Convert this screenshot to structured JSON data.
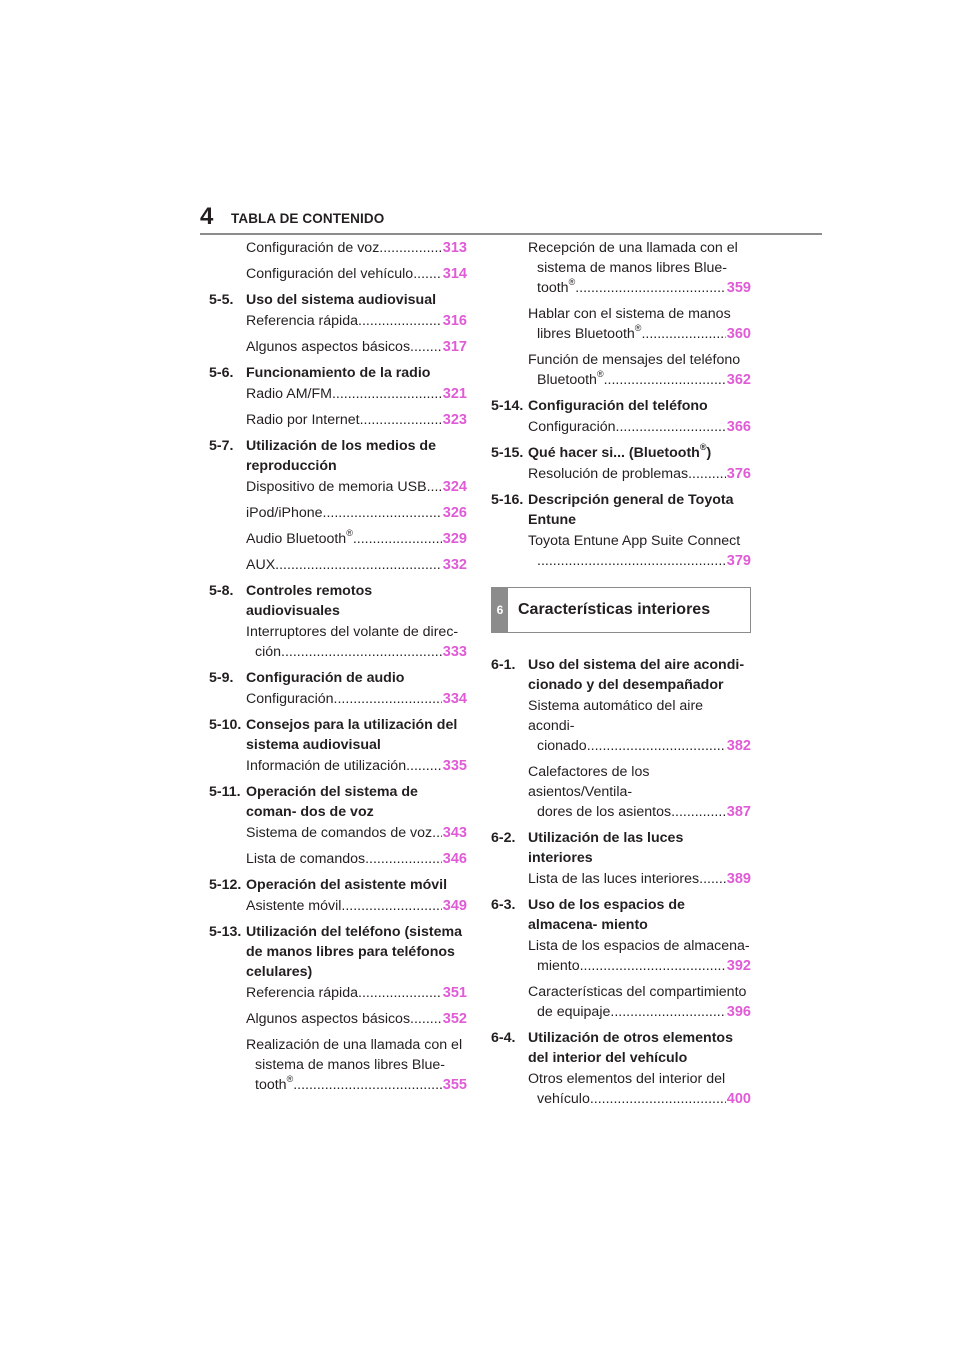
{
  "header": {
    "page_number": "4",
    "title": "TABLA DE CONTENIDO"
  },
  "left_column": [
    {
      "type": "entry",
      "lines": [
        "Configuración de voz"
      ],
      "page": "313"
    },
    {
      "type": "entry",
      "lines": [
        "Configuración del vehículo"
      ],
      "page": "314"
    },
    {
      "type": "section",
      "number": "5-5.",
      "title": "Uso del sistema audiovisual"
    },
    {
      "type": "entry",
      "lines": [
        "Referencia rápida"
      ],
      "page": "316"
    },
    {
      "type": "entry",
      "lines": [
        "Algunos aspectos básicos"
      ],
      "page": "317"
    },
    {
      "type": "section",
      "number": "5-6.",
      "title": "Funcionamiento de la radio"
    },
    {
      "type": "entry",
      "lines": [
        "Radio AM/FM"
      ],
      "page": "321"
    },
    {
      "type": "entry",
      "lines": [
        "Radio por Internet"
      ],
      "page": "323"
    },
    {
      "type": "section",
      "number": "5-7.",
      "title": "Utilización de los medios de reproducción"
    },
    {
      "type": "entry",
      "lines": [
        "Dispositivo de memoria USB"
      ],
      "page": "324"
    },
    {
      "type": "entry",
      "lines": [
        "iPod/iPhone"
      ],
      "page": "326"
    },
    {
      "type": "entry",
      "lines": [
        "Audio Bluetooth®"
      ],
      "page": "329"
    },
    {
      "type": "entry",
      "lines": [
        "AUX"
      ],
      "page": "332"
    },
    {
      "type": "section",
      "number": "5-8.",
      "title": "Controles remotos audiovisuales"
    },
    {
      "type": "entry",
      "lines": [
        "Interruptores del volante de direc-",
        "ción"
      ],
      "page": "333"
    },
    {
      "type": "section",
      "number": "5-9.",
      "title": "Configuración de audio"
    },
    {
      "type": "entry",
      "lines": [
        "Configuración"
      ],
      "page": "334"
    },
    {
      "type": "section",
      "number": "5-10.",
      "title": "Consejos para la utilización del sistema audiovisual"
    },
    {
      "type": "entry",
      "lines": [
        "Información de utilización"
      ],
      "page": "335"
    },
    {
      "type": "section",
      "number": "5-11.",
      "title": "Operación del sistema de coman- dos de voz"
    },
    {
      "type": "entry",
      "lines": [
        "Sistema de comandos de voz"
      ],
      "page": "343"
    },
    {
      "type": "entry",
      "lines": [
        "Lista de comandos"
      ],
      "page": "346"
    },
    {
      "type": "section",
      "number": "5-12.",
      "title": "Operación del asistente móvil"
    },
    {
      "type": "entry",
      "lines": [
        "Asistente móvil"
      ],
      "page": "349"
    },
    {
      "type": "section",
      "number": "5-13.",
      "title": "Utilización del teléfono (sistema de manos libres para teléfonos celulares)"
    },
    {
      "type": "entry",
      "lines": [
        "Referencia rápida"
      ],
      "page": "351"
    },
    {
      "type": "entry",
      "lines": [
        "Algunos aspectos básicos"
      ],
      "page": "352"
    },
    {
      "type": "entry",
      "lines": [
        "Realización de una llamada con el",
        "sistema de manos libres Blue-",
        "tooth®"
      ],
      "page": "355"
    }
  ],
  "right_column": [
    {
      "type": "entry",
      "lines": [
        "Recepción de una llamada con el",
        "sistema de manos libres Blue-",
        "tooth®"
      ],
      "page": "359"
    },
    {
      "type": "entry",
      "lines": [
        "Hablar con el sistema de manos",
        "libres Bluetooth®"
      ],
      "page": "360"
    },
    {
      "type": "entry",
      "lines": [
        "Función de mensajes del teléfono",
        "Bluetooth®"
      ],
      "page": "362"
    },
    {
      "type": "section",
      "number": "5-14.",
      "title": "Configuración del teléfono"
    },
    {
      "type": "entry",
      "lines": [
        "Configuración"
      ],
      "page": "366"
    },
    {
      "type": "section",
      "number": "5-15.",
      "title": "Qué hacer si... (Bluetooth®)"
    },
    {
      "type": "entry",
      "lines": [
        "Resolución de problemas"
      ],
      "page": "376"
    },
    {
      "type": "section",
      "number": "5-16.",
      "title": "Descripción general de Toyota Entune"
    },
    {
      "type": "entry",
      "lines": [
        "Toyota Entune App Suite Connect",
        ""
      ],
      "page": "379"
    },
    {
      "type": "chapter",
      "number": "6",
      "title": "Características interiores"
    },
    {
      "type": "section",
      "number": "6-1.",
      "title": "Uso del sistema del aire acondi- cionado y del desempañador"
    },
    {
      "type": "entry",
      "lines": [
        "Sistema automático del aire acondi-",
        "cionado"
      ],
      "page": "382"
    },
    {
      "type": "entry",
      "lines": [
        "Calefactores de los asientos/Ventila-",
        "dores de los asientos"
      ],
      "page": "387"
    },
    {
      "type": "section",
      "number": "6-2.",
      "title": "Utilización de las luces interiores"
    },
    {
      "type": "entry",
      "lines": [
        "Lista de las luces interiores"
      ],
      "page": "389"
    },
    {
      "type": "section",
      "number": "6-3.",
      "title": "Uso de los espacios de almacena- miento"
    },
    {
      "type": "entry",
      "lines": [
        "Lista de los espacios de almacena-",
        "miento"
      ],
      "page": "392"
    },
    {
      "type": "entry",
      "lines": [
        "Características del compartimiento",
        "de equipaje"
      ],
      "page": "396"
    },
    {
      "type": "section",
      "number": "6-4.",
      "title": "Utilización de otros elementos del interior del vehículo"
    },
    {
      "type": "entry",
      "lines": [
        "Otros elementos del interior del",
        "vehículo"
      ],
      "page": "400"
    }
  ],
  "colors": {
    "page_link": "#e05bd6",
    "rule": "#8c8c8c",
    "chapter_tab": "#8c8c8c"
  }
}
